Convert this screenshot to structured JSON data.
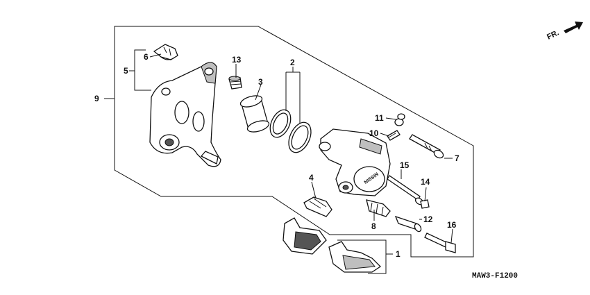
{
  "diagram": {
    "direction_label": "FR.",
    "figure_code": "MAW3-F1200",
    "brand_marking": "NISSIN",
    "callouts": [
      {
        "id": "1",
        "label": "1"
      },
      {
        "id": "2",
        "label": "2"
      },
      {
        "id": "3",
        "label": "3"
      },
      {
        "id": "4",
        "label": "4"
      },
      {
        "id": "5",
        "label": "5"
      },
      {
        "id": "6",
        "label": "6"
      },
      {
        "id": "7",
        "label": "7"
      },
      {
        "id": "8",
        "label": "8"
      },
      {
        "id": "9",
        "label": "9"
      },
      {
        "id": "10",
        "label": "10"
      },
      {
        "id": "11",
        "label": "11"
      },
      {
        "id": "12",
        "label": "12"
      },
      {
        "id": "13",
        "label": "13"
      },
      {
        "id": "14",
        "label": "14"
      },
      {
        "id": "15",
        "label": "15"
      },
      {
        "id": "16",
        "label": "16"
      }
    ]
  }
}
